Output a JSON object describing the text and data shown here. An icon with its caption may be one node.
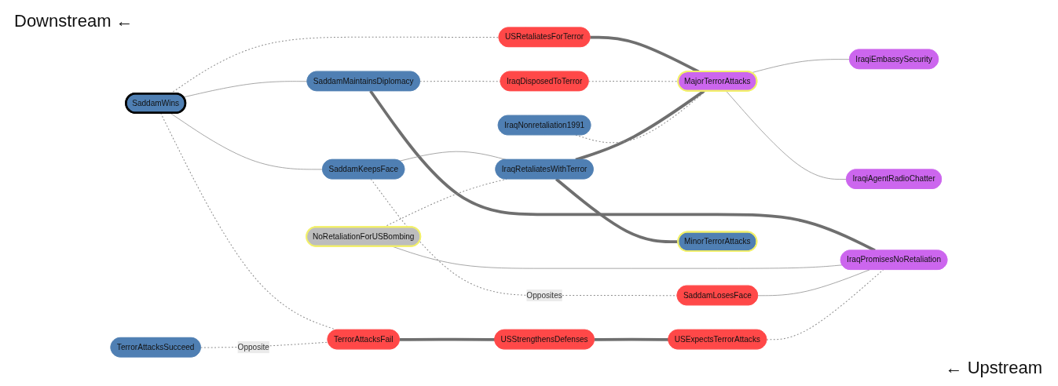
{
  "diagram": {
    "nodes": [
      {
        "text": [
          "SaddamWins"
        ]
      },
      {
        "text": [
          "USRetaliatesForTerror"
        ]
      },
      {
        "text": [
          "SaddamMaintainsDiplomacy"
        ]
      },
      {
        "text": [
          "SaddamKeepsFace"
        ]
      },
      {
        "text": [
          "NoRetaliationForUSBombing"
        ]
      },
      {
        "text": [
          "TerrorAttacksSucceed"
        ]
      },
      {
        "text": [
          "TerrorAttacksFail"
        ]
      },
      {
        "text": [
          "IraqDisposedToTerror"
        ]
      },
      {
        "text": [
          "IraqRetaliatesWithTerror"
        ]
      },
      {
        "text": [
          "SaddamLosesFace"
        ]
      },
      {
        "text": [
          "USStrengthensDefenses"
        ]
      },
      {
        "text": [
          "IraqNonretaliation1991"
        ]
      },
      {
        "text": [
          "MajorTerrorAttacks"
        ]
      },
      {
        "text": [
          "MinorTerrorAttacks"
        ]
      },
      {
        "text": [
          "USExpectsTerrorAttacks"
        ]
      },
      {
        "text": [
          "IraqiEmbassySecurity"
        ]
      },
      {
        "text": [
          "IraqiAgentRadioChatter"
        ]
      },
      {
        "text": [
          "IraqPromisesNoRetaliation"
        ]
      }
    ],
    "edges": [
      {
        "from": 0,
        "to": 1,
        "arrow": "none",
        "style": "dashed"
      },
      {
        "from": 0,
        "to": 2,
        "arrow": "none"
      },
      {
        "from": 0,
        "to": 3,
        "arrow": "none"
      },
      {
        "from": 0,
        "to": 6,
        "arrow": "none",
        "style": "dashed"
      },
      {
        "from": 5,
        "to": 6,
        "arrow": "none",
        "style": "dashed",
        "label": "Opposite"
      },
      {
        "from": 1,
        "to": 12,
        "arrow": "none",
        "style": "thick"
      },
      {
        "from": 2,
        "to": 7,
        "arrow": "none",
        "style": "dashed"
      },
      {
        "from": 2,
        "to": 17,
        "arrow": "none",
        "style": "thick"
      },
      {
        "from": 3,
        "to": 8,
        "arrow": "none"
      },
      {
        "from": 3,
        "to": 9,
        "arrow": "none",
        "style": "dashed",
        "label": "Opposites"
      },
      {
        "from": 4,
        "to": 8,
        "arrow": "none",
        "style": "dashed"
      },
      {
        "from": 4,
        "to": 17,
        "arrow": "none"
      },
      {
        "from": 7,
        "to": 12,
        "arrow": "none",
        "style": "dashed"
      },
      {
        "from": 8,
        "to": 12,
        "arrow": "none",
        "style": "thick"
      },
      {
        "from": 8,
        "to": 13,
        "arrow": "none",
        "style": "thick"
      },
      {
        "from": 9,
        "to": 17,
        "arrow": "none"
      },
      {
        "from": 6,
        "to": 10,
        "arrow": "none",
        "style": "thick"
      },
      {
        "from": 10,
        "to": 14,
        "arrow": "none",
        "style": "thick"
      },
      {
        "from": 11,
        "to": 12,
        "arrow": "none",
        "style": "dashed"
      },
      {
        "from": 12,
        "to": 15,
        "arrow": "none"
      },
      {
        "from": 12,
        "to": 16,
        "arrow": "none"
      },
      {
        "from": 14,
        "to": 17,
        "arrow": "none",
        "style": "dashed"
      }
    ],
    "labels": [
      "Downstream ←",
      "← Upstream"
    ]
  }
}
